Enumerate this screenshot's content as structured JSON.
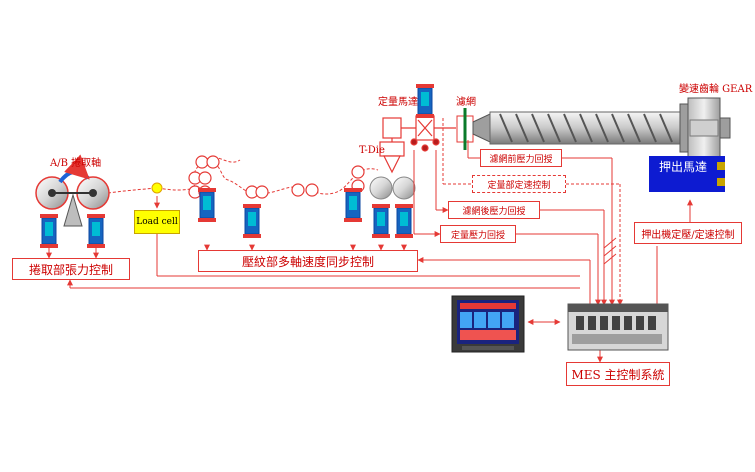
{
  "labels": {
    "ab_winder": "A/B 捲取軸",
    "load_cell": "Load cell",
    "t_die": "T-Die",
    "metering_motor": "定量馬達",
    "filter_screen": "濾網",
    "gear_motor": "變速齒輪 GEAR",
    "extruder_motor": "押出馬達"
  },
  "boxes": {
    "winding_tension": "捲取部張力控制",
    "embossing_sync": "壓紋部多軸速度同步控制",
    "pre_filter_pressure": "濾網前壓力回授",
    "metering_speed": "定量部定速控制",
    "post_filter_pressure": "濾網後壓力回授",
    "metering_pressure": "定量壓力回授",
    "extruder_control": "押出機定壓/定速控制",
    "mes": "MES 主控制系統"
  },
  "colors": {
    "line": "#e53935",
    "label": "#cc0000",
    "motor_body": "#1565c0",
    "motor_accent": "#00bcd4",
    "extruder_motor_bg": "#0d1bd1",
    "load_cell_bg": "#ffff00"
  }
}
